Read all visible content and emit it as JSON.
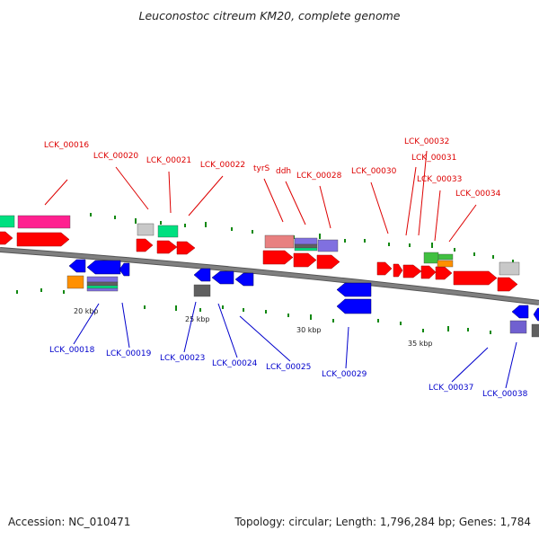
{
  "map": {
    "title": "Leuconostoc citreum KM20, complete genome",
    "accession": "Accession: NC_010471",
    "summary": "Topology: circular; Length: 1,796,284 bp; Genes: 1,784",
    "scale_labels": [
      "20 kbp",
      "25 kbp",
      "30 kbp",
      "35 kbp"
    ],
    "top_labels": [
      "LCK_00016",
      "LCK_00020",
      "LCK_00021",
      "LCK_00022",
      "tyrS",
      "ddh",
      "LCK_00028",
      "LCK_00030",
      "LCK_00031",
      "LCK_00032",
      "LCK_00033",
      "LCK_00034"
    ],
    "bottom_labels": [
      "LCK_00018",
      "LCK_00019",
      "LCK_00023",
      "LCK_00024",
      "LCK_00025",
      "LCK_00029",
      "LCK_00037",
      "LCK_00038"
    ],
    "colors": {
      "forward_gene": "#ff0000",
      "reverse_gene": "#0000ff",
      "forward_label": "#dd0000",
      "reverse_label": "#0000cc",
      "backbone": "#808080",
      "category_colors": [
        "#ff2090",
        "#00e080",
        "#c8c8c8",
        "#e88080",
        "#8070e0",
        "#40c040",
        "#ff9000",
        "#606060",
        "#7060d0"
      ]
    }
  }
}
